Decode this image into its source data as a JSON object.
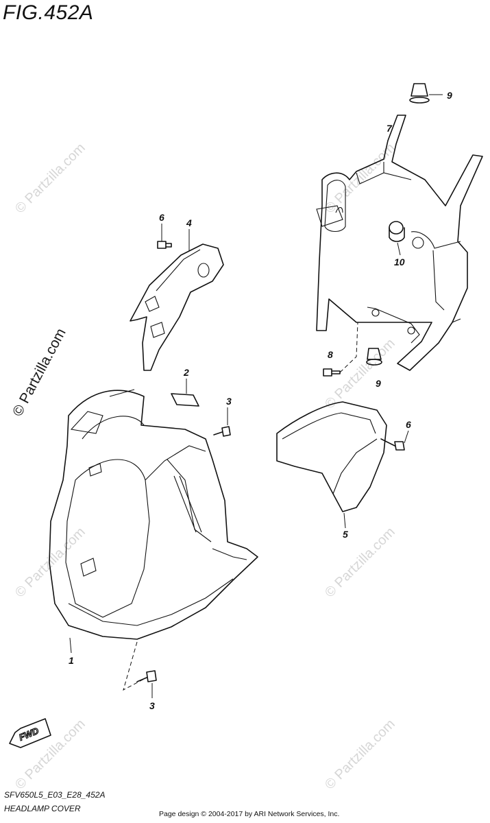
{
  "figure": {
    "title": "FIG.452A",
    "model_code": "SFV650L5_E03_E28_452A",
    "caption": "HEADLAMP COVER",
    "copyright": "Page design © 2004-2017 by ARI Network Services, Inc."
  },
  "watermark": {
    "text": "© Partzilla.com"
  },
  "fwd_label": "FWD",
  "callouts": [
    {
      "id": "callout-9-top",
      "label": "9"
    },
    {
      "id": "callout-7",
      "label": "7"
    },
    {
      "id": "callout-10",
      "label": "10"
    },
    {
      "id": "callout-8",
      "label": "8"
    },
    {
      "id": "callout-9-bottom",
      "label": "9"
    },
    {
      "id": "callout-6-left",
      "label": "6"
    },
    {
      "id": "callout-4",
      "label": "4"
    },
    {
      "id": "callout-2",
      "label": "2"
    },
    {
      "id": "callout-3-top",
      "label": "3"
    },
    {
      "id": "callout-6-right",
      "label": "6"
    },
    {
      "id": "callout-5",
      "label": "5"
    },
    {
      "id": "callout-1",
      "label": "1"
    },
    {
      "id": "callout-3-bottom",
      "label": "3"
    }
  ]
}
